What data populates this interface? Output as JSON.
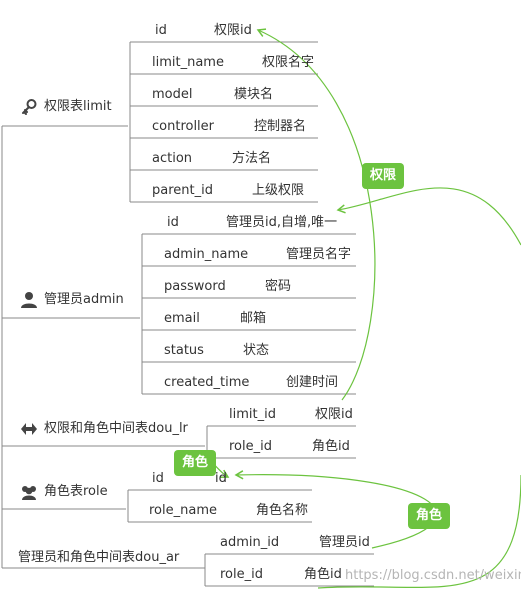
{
  "tables": [
    {
      "id": "limit",
      "title": "权限表limit",
      "icon": "key-icon",
      "fields": [
        {
          "name": "id",
          "desc": "权限id"
        },
        {
          "name": "limit_name",
          "desc": "权限名字"
        },
        {
          "name": "model",
          "desc": "模块名"
        },
        {
          "name": "controller",
          "desc": "控制器名"
        },
        {
          "name": "action",
          "desc": "方法名"
        },
        {
          "name": "parent_id",
          "desc": "上级权限"
        }
      ]
    },
    {
      "id": "admin",
      "title": "管理员admin",
      "icon": "user-icon",
      "fields": [
        {
          "name": "id",
          "desc": "管理员id,自增,唯一"
        },
        {
          "name": "admin_name",
          "desc": "管理员名字"
        },
        {
          "name": "password",
          "desc": "密码"
        },
        {
          "name": "email",
          "desc": "邮箱"
        },
        {
          "name": "status",
          "desc": "状态"
        },
        {
          "name": "created_time",
          "desc": "创建时间"
        }
      ]
    },
    {
      "id": "dou_lr",
      "title": "权限和角色中间表dou_lr",
      "icon": "bidirectional-arrows-icon",
      "fields": [
        {
          "name": "limit_id",
          "desc": "权限id"
        },
        {
          "name": "role_id",
          "desc": "角色id"
        }
      ]
    },
    {
      "id": "role",
      "title": "角色表role",
      "icon": "group-icon",
      "fields": [
        {
          "name": "id",
          "desc": "id"
        },
        {
          "name": "role_name",
          "desc": "角色名称"
        }
      ]
    },
    {
      "id": "dou_ar",
      "title": "管理员和角色中间表dou_ar",
      "icon": "",
      "fields": [
        {
          "name": "admin_id",
          "desc": "管理员id"
        },
        {
          "name": "role_id",
          "desc": "角色id"
        }
      ]
    }
  ],
  "relations": [
    {
      "label": "权限"
    },
    {
      "label": "角色"
    },
    {
      "label": "角色"
    }
  ],
  "watermark": "https://blog.csdn.net/weixin",
  "colors": {
    "line": "#888888",
    "relation": "#6cc33f",
    "badge": "#6cc33f",
    "text": "#333333"
  }
}
